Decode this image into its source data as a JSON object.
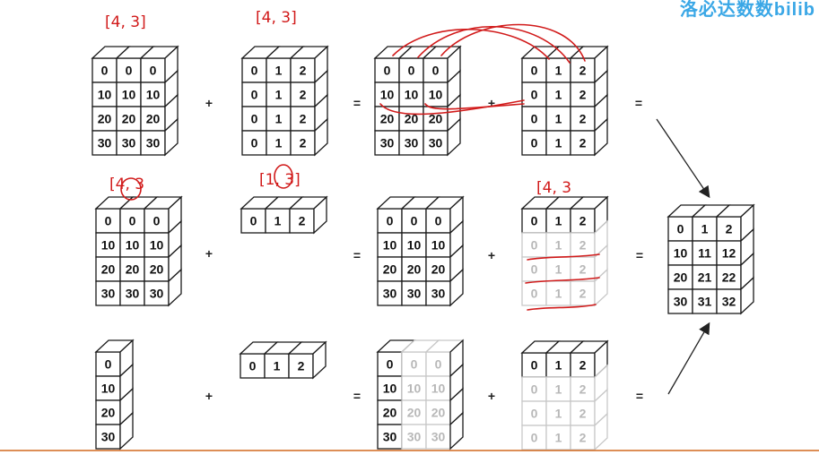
{
  "watermark": "洛必达数数bilib",
  "colors": {
    "ink": "#1a1a1a",
    "ghost": "#c8c8c8",
    "annot": "#d11a1a",
    "baseline": "#d2691e"
  },
  "grids": {
    "r1a": [
      [
        "0",
        "0",
        "0"
      ],
      [
        "10",
        "10",
        "10"
      ],
      [
        "20",
        "20",
        "20"
      ],
      [
        "30",
        "30",
        "30"
      ]
    ],
    "r1b": [
      [
        "0",
        "1",
        "2"
      ],
      [
        "0",
        "1",
        "2"
      ],
      [
        "0",
        "1",
        "2"
      ],
      [
        "0",
        "1",
        "2"
      ]
    ],
    "r1c": [
      [
        "0",
        "0",
        "0"
      ],
      [
        "10",
        "10",
        "10"
      ],
      [
        "20",
        "20",
        "20"
      ],
      [
        "30",
        "30",
        "30"
      ]
    ],
    "r1d": [
      [
        "0",
        "1",
        "2"
      ],
      [
        "0",
        "1",
        "2"
      ],
      [
        "0",
        "1",
        "2"
      ],
      [
        "0",
        "1",
        "2"
      ]
    ],
    "r2a": [
      [
        "0",
        "0",
        "0"
      ],
      [
        "10",
        "10",
        "10"
      ],
      [
        "20",
        "20",
        "20"
      ],
      [
        "30",
        "30",
        "30"
      ]
    ],
    "r2b": [
      [
        "0",
        "1",
        "2"
      ]
    ],
    "r2c": [
      [
        "0",
        "0",
        "0"
      ],
      [
        "10",
        "10",
        "10"
      ],
      [
        "20",
        "20",
        "20"
      ],
      [
        "30",
        "30",
        "30"
      ]
    ],
    "r2d": [
      [
        "0",
        "1",
        "2"
      ],
      [
        "0",
        "1",
        "2"
      ],
      [
        "0",
        "1",
        "2"
      ],
      [
        "0",
        "1",
        "2"
      ]
    ],
    "res": [
      [
        "0",
        "1",
        "2"
      ],
      [
        "10",
        "11",
        "12"
      ],
      [
        "20",
        "21",
        "22"
      ],
      [
        "30",
        "31",
        "32"
      ]
    ],
    "r3a": [
      [
        "0"
      ],
      [
        "10"
      ],
      [
        "20"
      ],
      [
        "30"
      ]
    ],
    "r3b": [
      [
        "0",
        "1",
        "2"
      ]
    ],
    "r3c": [
      [
        "0",
        "0",
        "0"
      ],
      [
        "10",
        "10",
        "10"
      ],
      [
        "20",
        "20",
        "20"
      ],
      [
        "30",
        "30",
        "30"
      ]
    ],
    "r3d": [
      [
        "0",
        "1",
        "2"
      ],
      [
        "0",
        "1",
        "2"
      ],
      [
        "0",
        "1",
        "2"
      ],
      [
        "0",
        "1",
        "2"
      ]
    ]
  },
  "notes": {
    "r1a": "[4, 3]",
    "r1b": "[4, 3]",
    "r2a": "[4, 3",
    "r2b": "[1, 3]",
    "r2d": "[4, 3"
  },
  "ops": {
    "plus": "+",
    "equals": "="
  }
}
